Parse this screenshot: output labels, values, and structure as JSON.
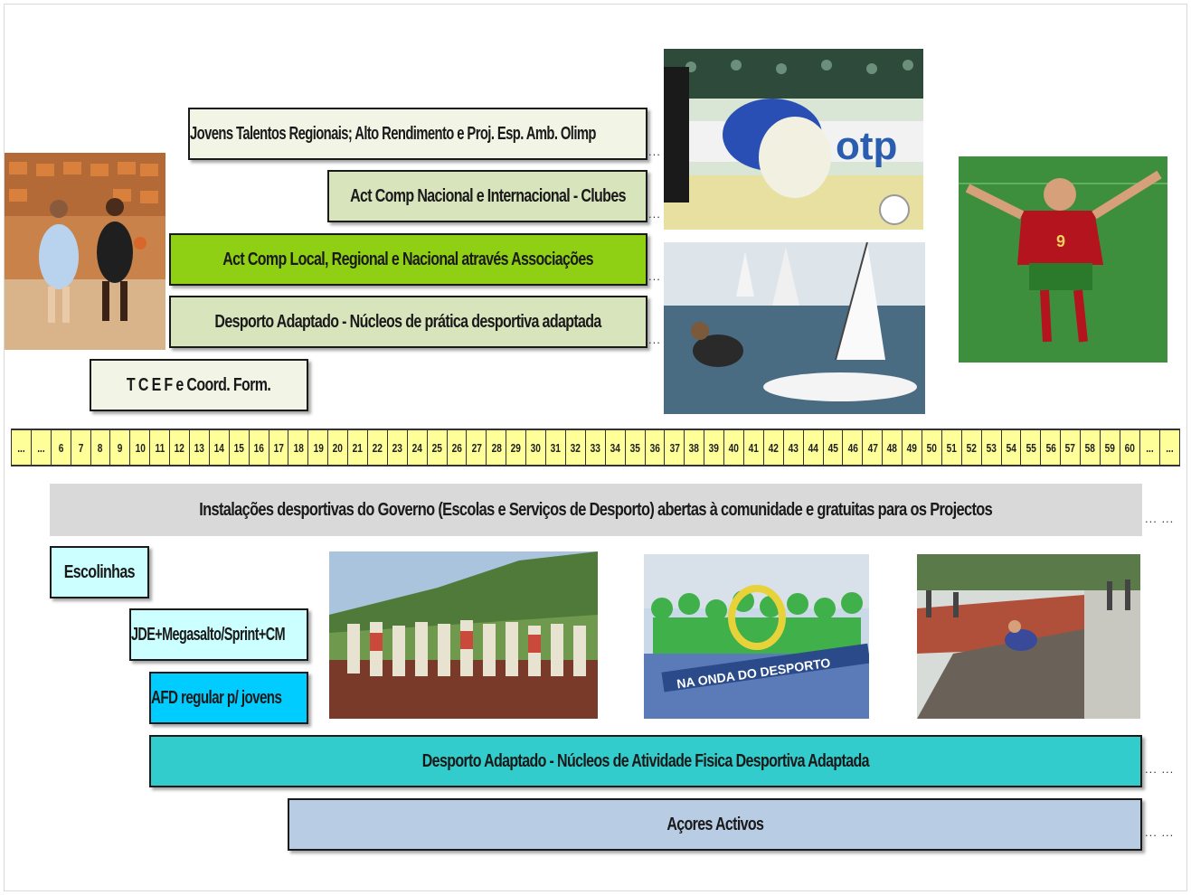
{
  "bars_top": [
    {
      "id": "jovens-talentos-bar",
      "label": "Jovens Talentos Regionais; Alto Rendimento e Proj. Esp. Amb. Olimp",
      "dots": "..."
    },
    {
      "id": "act-comp-clubes-bar",
      "label": "Act Comp Nacional e Internacional - Clubes",
      "dots": "..."
    },
    {
      "id": "act-comp-associacoes-bar",
      "label": "Act Comp  Local, Regional e Nacional através Associações",
      "dots": "..."
    },
    {
      "id": "desporto-adaptado-pratica-bar",
      "label": "Desporto Adaptado - Núcleos de prática desportiva adaptada",
      "dots": "..."
    },
    {
      "id": "tcef-bar",
      "label": "T C E F e Coord. Form."
    }
  ],
  "ruler": {
    "start_cells": [
      "...",
      "..."
    ],
    "ages": [
      "6",
      "7",
      "8",
      "9",
      "10",
      "11",
      "12",
      "13",
      "14",
      "15",
      "16",
      "17",
      "18",
      "19",
      "20",
      "21",
      "22",
      "23",
      "24",
      "25",
      "26",
      "27",
      "28",
      "29",
      "30",
      "31",
      "32",
      "33",
      "34",
      "35",
      "36",
      "37",
      "38",
      "39",
      "40",
      "41",
      "42",
      "43",
      "44",
      "45",
      "46",
      "47",
      "48",
      "49",
      "50",
      "51",
      "52",
      "53",
      "54",
      "55",
      "56",
      "57",
      "58",
      "59",
      "60"
    ],
    "end_cells": [
      "...",
      "..."
    ]
  },
  "bars_bottom": [
    {
      "id": "instalacoes-bar",
      "label": "Instalações desportivas do Governo (Escolas e Serviços de Desporto) abertas à comunidade e gratuitas para os Projectos",
      "dots": "... ..."
    },
    {
      "id": "escolinhas-bar",
      "label": "Escolinhas"
    },
    {
      "id": "jde-bar",
      "label": "JDE+Megasalto/Sprint+CM"
    },
    {
      "id": "afd-bar",
      "label": "AFD regular p/ jovens"
    },
    {
      "id": "desporto-adaptado-atividade-bar",
      "label": "Desporto Adaptado - Núcleos de Atividade Fisica Desportiva Adaptada",
      "dots": "... ..."
    },
    {
      "id": "acores-activos-bar",
      "label": "Açores Activos",
      "dots": "... ..."
    }
  ],
  "photo_texts": {
    "banner": "NA ONDA DO DESPORTO",
    "jersey_number": "9"
  },
  "colors": {
    "ruler": "#ffff99",
    "light_green": "#d8e4bc",
    "bright_green": "#92d050",
    "light_cyan": "#ccffff",
    "cyan": "#00ccff",
    "teal": "#33cccc",
    "steel": "#b8cce4",
    "gray": "#d9d9d9"
  }
}
